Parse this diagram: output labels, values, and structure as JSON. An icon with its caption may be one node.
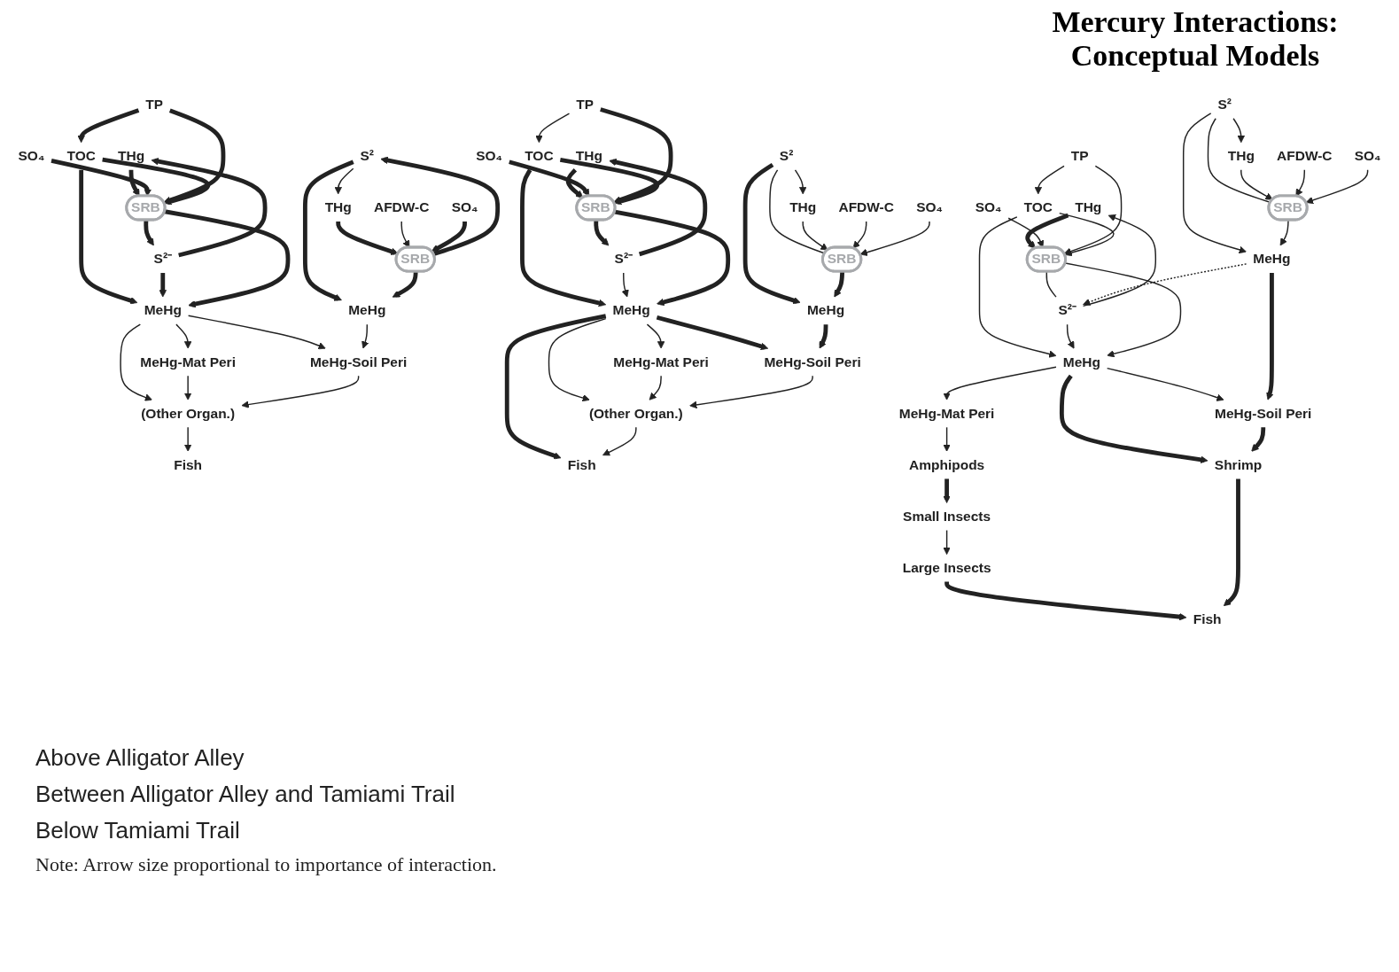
{
  "diagram": {
    "title": "Mercury Interactions: Conceptual Models",
    "nodes": [
      {
        "text": [
          "THg"
        ]
      },
      {
        "text": [
          "SO₄"
        ]
      },
      {
        "text": [
          "TP"
        ]
      },
      {
        "text": [
          "TOC"
        ]
      },
      {
        "text": [
          "SRB"
        ]
      },
      {
        "text": [
          "S²⁻"
        ]
      },
      {
        "text": [
          "MeHg"
        ]
      },
      {
        "text": [
          "MeHg-Mat Peri"
        ]
      },
      {
        "text": [
          "(Other Organ.)"
        ]
      },
      {
        "text": [
          "Fish"
        ]
      },
      {
        "text": [
          "MeHg-Soil Peri"
        ]
      },
      {
        "text": [
          "MeHg"
        ]
      },
      {
        "text": [
          "S²"
        ]
      },
      {
        "text": [
          "SRB"
        ]
      },
      {
        "text": [
          "THg"
        ]
      },
      {
        "text": [
          "AFDW-C"
        ]
      },
      {
        "text": [
          "SO₄"
        ]
      },
      {
        "text": [
          "THg"
        ]
      },
      {
        "text": [
          "SO₄"
        ]
      },
      {
        "text": [
          "TP"
        ]
      },
      {
        "text": [
          "TOC"
        ]
      },
      {
        "text": [
          "SRB"
        ]
      },
      {
        "text": [
          "S²⁻"
        ]
      },
      {
        "text": [
          "MeHg"
        ]
      },
      {
        "text": [
          "MeHg-Mat Peri"
        ]
      },
      {
        "text": [
          "(Other Organ.)"
        ]
      },
      {
        "text": [
          "Fish"
        ]
      },
      {
        "text": [
          "MeHg-Soil Peri"
        ]
      },
      {
        "text": [
          "MeHg"
        ]
      },
      {
        "text": [
          "S²"
        ]
      },
      {
        "text": [
          "SRB"
        ]
      },
      {
        "text": [
          "THg"
        ]
      },
      {
        "text": [
          "AFDW-C"
        ]
      },
      {
        "text": [
          "SO₄"
        ]
      },
      {
        "text": [
          "THg"
        ]
      },
      {
        "text": [
          "SO₄"
        ]
      },
      {
        "text": [
          "TP"
        ]
      },
      {
        "text": [
          "TOC"
        ]
      },
      {
        "text": [
          "SRB"
        ]
      },
      {
        "text": [
          "S²⁻"
        ]
      },
      {
        "text": [
          "MeHg"
        ]
      },
      {
        "text": [
          "MeHg-Mat Peri"
        ]
      },
      {
        "text": [
          "Amphipods"
        ]
      },
      {
        "text": [
          "Shrimp"
        ]
      },
      {
        "text": [
          "Small Insects"
        ]
      },
      {
        "text": [
          "Large Insects"
        ]
      },
      {
        "text": [
          "Fish"
        ]
      },
      {
        "text": [
          "MeHg-Soil Peri"
        ]
      },
      {
        "text": [
          "MeHg"
        ]
      },
      {
        "text": [
          "S²"
        ]
      },
      {
        "text": [
          "SRB"
        ]
      },
      {
        "text": [
          "THg"
        ]
      },
      {
        "text": [
          "AFDW-C"
        ]
      },
      {
        "text": [
          "SO₄"
        ]
      }
    ],
    "edges": [
      {
        "from": 0,
        "to": 4,
        "arrow": "to",
        "style": "thick"
      },
      {
        "from": 1,
        "to": 4,
        "arrow": "to",
        "style": "thick"
      },
      {
        "from": 2,
        "to": 4,
        "arrow": "to",
        "style": "thick"
      },
      {
        "from": 2,
        "to": 3,
        "arrow": "to",
        "style": "thick"
      },
      {
        "from": 3,
        "to": 4,
        "arrow": "to",
        "style": "thick"
      },
      {
        "from": 3,
        "to": 6,
        "arrow": "to",
        "style": "thick"
      },
      {
        "from": 4,
        "to": 5,
        "arrow": "to",
        "style": "thick"
      },
      {
        "from": 5,
        "to": 0,
        "arrow": "to",
        "style": "thick"
      },
      {
        "from": 5,
        "to": 6,
        "arrow": "to",
        "style": "thick"
      },
      {
        "from": 4,
        "to": 6,
        "arrow": "to",
        "style": "thick"
      },
      {
        "from": 6,
        "to": 7,
        "arrow": "to"
      },
      {
        "from": 6,
        "to": 10,
        "arrow": "to"
      },
      {
        "from": 6,
        "to": 8,
        "arrow": "to"
      },
      {
        "from": 7,
        "to": 8,
        "arrow": "to"
      },
      {
        "from": 10,
        "to": 8,
        "arrow": "to"
      },
      {
        "from": 8,
        "to": 9,
        "arrow": "to"
      },
      {
        "from": 11,
        "to": 10,
        "arrow": "to"
      },
      {
        "from": 12,
        "to": 11,
        "arrow": "to",
        "style": "thick"
      },
      {
        "from": 13,
        "to": 11,
        "arrow": "to",
        "style": "thick"
      },
      {
        "from": 13,
        "to": 12,
        "arrow": "to",
        "style": "thick"
      },
      {
        "from": 12,
        "to": 14,
        "arrow": "to"
      },
      {
        "from": 14,
        "to": 13,
        "arrow": "to",
        "style": "thick"
      },
      {
        "from": 15,
        "to": 13,
        "arrow": "to"
      },
      {
        "from": 16,
        "to": 13,
        "arrow": "to",
        "style": "thick"
      },
      {
        "from": 17,
        "to": 21,
        "arrow": "to",
        "style": "thick"
      },
      {
        "from": 18,
        "to": 21,
        "arrow": "to",
        "style": "thick"
      },
      {
        "from": 19,
        "to": 21,
        "arrow": "to",
        "style": "thick"
      },
      {
        "from": 19,
        "to": 20,
        "arrow": "to"
      },
      {
        "from": 20,
        "to": 21,
        "arrow": "to",
        "style": "thick"
      },
      {
        "from": 20,
        "to": 23,
        "arrow": "to",
        "style": "thick"
      },
      {
        "from": 21,
        "to": 22,
        "arrow": "to",
        "style": "thick"
      },
      {
        "from": 22,
        "to": 17,
        "arrow": "to",
        "style": "thick"
      },
      {
        "from": 22,
        "to": 23,
        "arrow": "to"
      },
      {
        "from": 21,
        "to": 23,
        "arrow": "to",
        "style": "thick"
      },
      {
        "from": 23,
        "to": 26,
        "arrow": "to",
        "style": "thick"
      },
      {
        "from": 23,
        "to": 24,
        "arrow": "to"
      },
      {
        "from": 23,
        "to": 27,
        "arrow": "to",
        "style": "thick"
      },
      {
        "from": 23,
        "to": 25,
        "arrow": "to"
      },
      {
        "from": 24,
        "to": 25,
        "arrow": "to"
      },
      {
        "from": 27,
        "to": 25,
        "arrow": "to"
      },
      {
        "from": 25,
        "to": 26,
        "arrow": "to"
      },
      {
        "from": 28,
        "to": 27,
        "arrow": "to",
        "style": "thick"
      },
      {
        "from": 29,
        "to": 28,
        "arrow": "to",
        "style": "thick"
      },
      {
        "from": 30,
        "to": 28,
        "arrow": "to",
        "style": "thick"
      },
      {
        "from": 29,
        "to": 30,
        "arrow": "none"
      },
      {
        "from": 29,
        "to": 31,
        "arrow": "to"
      },
      {
        "from": 31,
        "to": 30,
        "arrow": "to"
      },
      {
        "from": 32,
        "to": 30,
        "arrow": "to"
      },
      {
        "from": 33,
        "to": 30,
        "arrow": "to"
      },
      {
        "from": 34,
        "to": 38,
        "arrow": "to",
        "style": "thick"
      },
      {
        "from": 35,
        "to": 38,
        "arrow": "to"
      },
      {
        "from": 36,
        "to": 38,
        "arrow": "to"
      },
      {
        "from": 36,
        "to": 37,
        "arrow": "to"
      },
      {
        "from": 37,
        "to": 38,
        "arrow": "to"
      },
      {
        "from": 37,
        "to": 40,
        "arrow": "to"
      },
      {
        "from": 38,
        "to": 39,
        "arrow": "none"
      },
      {
        "from": 39,
        "to": 34,
        "arrow": "to"
      },
      {
        "from": 39,
        "to": 40,
        "arrow": "to"
      },
      {
        "from": 38,
        "to": 40,
        "arrow": "to"
      },
      {
        "from": 40,
        "to": 41,
        "arrow": "to"
      },
      {
        "from": 40,
        "to": 47,
        "arrow": "to"
      },
      {
        "from": 40,
        "to": 43,
        "arrow": "to",
        "style": "thick"
      },
      {
        "from": 41,
        "to": 42,
        "arrow": "to"
      },
      {
        "from": 47,
        "to": 43,
        "arrow": "to",
        "style": "thick"
      },
      {
        "from": 42,
        "to": 44,
        "arrow": "to",
        "style": "thick"
      },
      {
        "from": 44,
        "to": 45,
        "arrow": "to"
      },
      {
        "from": 45,
        "to": 46,
        "arrow": "to",
        "style": "thick"
      },
      {
        "from": 43,
        "to": 46,
        "arrow": "to",
        "style": "thick"
      },
      {
        "from": 48,
        "to": 47,
        "arrow": "to",
        "style": "thick"
      },
      {
        "from": 48,
        "to": 39,
        "arrow": "to",
        "style": "dashed"
      },
      {
        "from": 49,
        "to": 48,
        "arrow": "to"
      },
      {
        "from": 50,
        "to": 48,
        "arrow": "to"
      },
      {
        "from": 49,
        "to": 50,
        "arrow": "none"
      },
      {
        "from": 49,
        "to": 51,
        "arrow": "to"
      },
      {
        "from": 51,
        "to": 50,
        "arrow": "to"
      },
      {
        "from": 52,
        "to": 50,
        "arrow": "to"
      },
      {
        "from": 53,
        "to": 50,
        "arrow": "to"
      }
    ],
    "labels": [
      "Above Alligator Alley",
      "Between Alligator Alley and Tamiami Trail",
      "Below Tamiami Trail",
      "Note: Arrow size proportional to importance of interaction."
    ]
  }
}
